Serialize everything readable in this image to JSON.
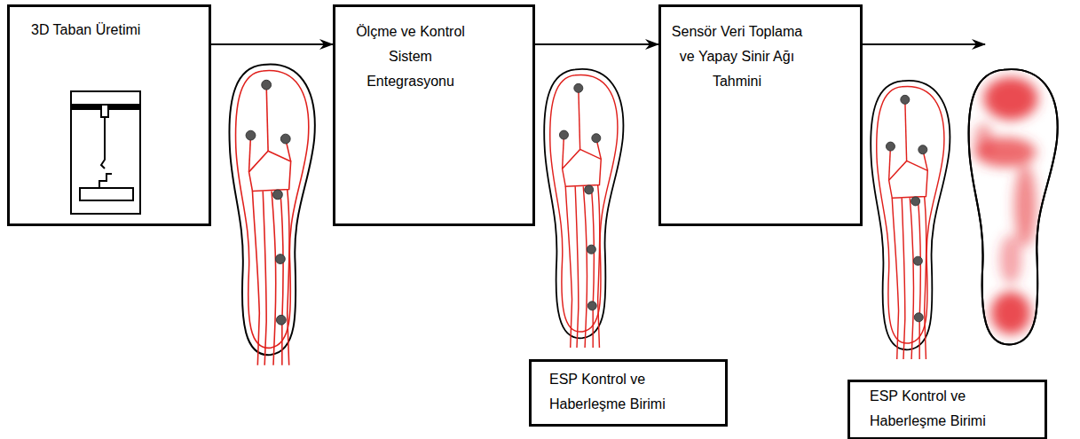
{
  "diagram": {
    "nodes": [
      {
        "text": [
          "3D Taban Üretimi"
        ]
      },
      {
        "text": [
          "Ölçme ve Kontrol Sistem Entegrasyonu"
        ]
      },
      {
        "text": [
          "Sensör Veri Toplama ve Yapay Sinir Ağı Tahmini"
        ]
      },
      {
        "text": [
          "ESP Kontrol ve Haberleşme Birimi"
        ]
      },
      {
        "text": [
          "ESP Kontrol ve Haberleşme Birimi"
        ]
      }
    ],
    "edges": [
      {
        "from": 0,
        "to": 1,
        "arrow": "to"
      },
      {
        "from": 1,
        "to": 2,
        "arrow": "to"
      }
    ]
  }
}
